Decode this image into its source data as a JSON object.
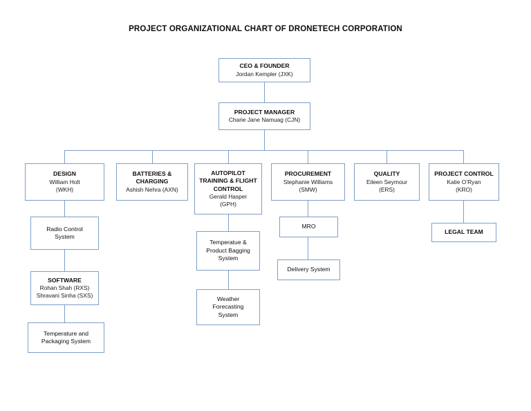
{
  "document": {
    "title": "PROJECT ORGANIZATIONAL CHART OF DRONETECH CORPORATION",
    "background_color": "#ffffff",
    "box_border_color": "#7d9fc7",
    "connector_color": "#7d9fc7",
    "text_color": "#0d0d0d"
  },
  "chart_data": {
    "type": "diagram",
    "diagram_type": "organizational-chart",
    "title": "PROJECT ORGANIZATIONAL CHART OF DRONETECH CORPORATION",
    "orientation": "top-down",
    "nodes": [
      {
        "id": "ceo",
        "title": "CEO & FOUNDER",
        "subtitle": "Jordan Kempler (JXK)",
        "bold_title": true,
        "level": 0
      },
      {
        "id": "pm",
        "title": "PROJECT MANAGER",
        "subtitle": "Charie Jane Namuag (CJN)",
        "bold_title": true,
        "level": 1
      },
      {
        "id": "design",
        "title": "DESIGN",
        "subtitle": "William Holt\n(WKH)",
        "bold_title": true,
        "level": 2
      },
      {
        "id": "batteries",
        "title": "BATTERIES &\nCHARGING",
        "subtitle": "Ashish Nehra (AXN)",
        "bold_title": true,
        "level": 2
      },
      {
        "id": "autopilot",
        "title": "AUTOPILOT\nTRAINING & FLIGHT\nCONTROL",
        "subtitle": "Gerald Hasper\n(GPH)",
        "bold_title": true,
        "level": 2
      },
      {
        "id": "procurement",
        "title": "PROCUREMENT",
        "subtitle": "Stephanie Williams\n(SMW)",
        "bold_title": true,
        "level": 2
      },
      {
        "id": "quality",
        "title": "QUALITY",
        "subtitle": "Eileen Seymour\n(ERS)",
        "bold_title": true,
        "level": 2
      },
      {
        "id": "project-control",
        "title": "PROJECT CONTROL",
        "subtitle": "Katie O’Ryan\n(KRO)",
        "bold_title": true,
        "level": 2
      },
      {
        "id": "radio-control",
        "title": "Radio Control\nSystem",
        "subtitle": "",
        "bold_title": false,
        "level": 3
      },
      {
        "id": "software",
        "title": "SOFTWARE",
        "subtitle": "Rohan Shah (RXS)\nShravani Sinha (SXS)",
        "bold_title": true,
        "level": 4
      },
      {
        "id": "temp-packaging",
        "title": "Temperature and\nPackaging System",
        "subtitle": "",
        "bold_title": false,
        "level": 5
      },
      {
        "id": "temp-bagging",
        "title": "Temperatue &\nProduct Bagging\nSystem",
        "subtitle": "",
        "bold_title": false,
        "level": 3
      },
      {
        "id": "weather",
        "title": "Weather\nForecasting\nSystem",
        "subtitle": "",
        "bold_title": false,
        "level": 4
      },
      {
        "id": "mro",
        "title": "MRO",
        "subtitle": "",
        "bold_title": false,
        "level": 3
      },
      {
        "id": "delivery",
        "title": "Delivery System",
        "subtitle": "",
        "bold_title": false,
        "level": 4
      },
      {
        "id": "legal",
        "title": "LEGAL TEAM",
        "subtitle": "",
        "bold_title": true,
        "level": 3
      }
    ],
    "edges": [
      {
        "from": "ceo",
        "to": "pm"
      },
      {
        "from": "pm",
        "to": "design"
      },
      {
        "from": "pm",
        "to": "batteries"
      },
      {
        "from": "pm",
        "to": "autopilot"
      },
      {
        "from": "pm",
        "to": "procurement"
      },
      {
        "from": "pm",
        "to": "quality"
      },
      {
        "from": "pm",
        "to": "project-control"
      },
      {
        "from": "design",
        "to": "radio-control"
      },
      {
        "from": "radio-control",
        "to": "software"
      },
      {
        "from": "software",
        "to": "temp-packaging"
      },
      {
        "from": "autopilot",
        "to": "temp-bagging"
      },
      {
        "from": "temp-bagging",
        "to": "weather"
      },
      {
        "from": "procurement",
        "to": "mro"
      },
      {
        "from": "mro",
        "to": "delivery"
      },
      {
        "from": "project-control",
        "to": "legal"
      }
    ]
  },
  "nodes": {
    "ceo": {
      "title": "CEO & FOUNDER",
      "subtitle": "Jordan Kempler (JXK)"
    },
    "pm": {
      "title": "PROJECT MANAGER",
      "subtitle": "Charie Jane Namuag (CJN)"
    },
    "design": {
      "title": "DESIGN",
      "subtitle": "William Holt\n(WKH)"
    },
    "batteries": {
      "title": "BATTERIES &\nCHARGING",
      "subtitle": "Ashish Nehra (AXN)"
    },
    "autopilot": {
      "title": "AUTOPILOT\nTRAINING & FLIGHT\nCONTROL",
      "subtitle": "Gerald Hasper\n(GPH)"
    },
    "procurement": {
      "title": "PROCUREMENT",
      "subtitle": "Stephanie Williams\n(SMW)"
    },
    "quality": {
      "title": "QUALITY",
      "subtitle": "Eileen Seymour\n(ERS)"
    },
    "project_control": {
      "title": "PROJECT CONTROL",
      "subtitle": "Katie O’Ryan\n(KRO)"
    },
    "radio_control": {
      "title": "Radio Control\nSystem"
    },
    "software": {
      "title": "SOFTWARE",
      "subtitle": "Rohan Shah (RXS)\nShravani Sinha (SXS)"
    },
    "temp_packaging": {
      "title": "Temperature and\nPackaging System"
    },
    "temp_bagging": {
      "title": "Temperatue &\nProduct Bagging\nSystem"
    },
    "weather": {
      "title": "Weather\nForecasting\nSystem"
    },
    "mro": {
      "title": "MRO"
    },
    "delivery": {
      "title": "Delivery System"
    },
    "legal": {
      "title": "LEGAL TEAM"
    }
  }
}
